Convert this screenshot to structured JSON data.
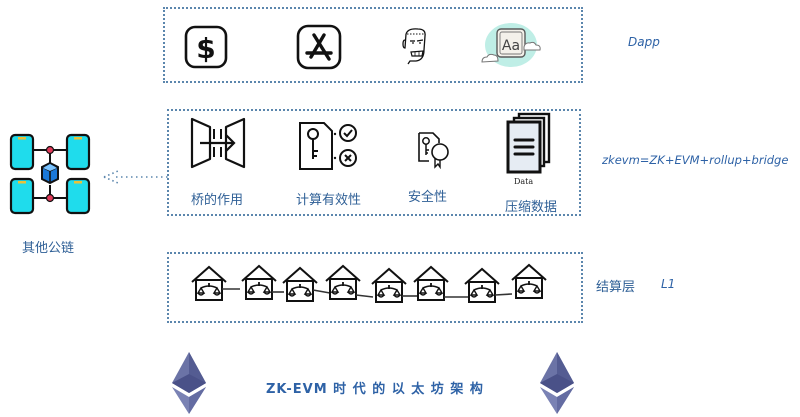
{
  "layers": {
    "dapp": {
      "side_label": "Dapp",
      "icons": [
        {
          "name": "dollar-app-icon"
        },
        {
          "name": "app-store-icon"
        },
        {
          "name": "cartoon-face-icon"
        },
        {
          "name": "font-cloud-icon"
        }
      ]
    },
    "zkevm": {
      "side_label": "zkevm=ZK+EVM+rollup+bridge",
      "items": [
        {
          "icon": "bridge-arrow-icon",
          "label": "桥的作用"
        },
        {
          "icon": "key-verify-icon",
          "label": "计算有效性"
        },
        {
          "icon": "certificate-icon",
          "label": "安全性"
        },
        {
          "icon": "data-documents-icon",
          "label": "压缩数据",
          "icon_caption": "Data"
        }
      ]
    },
    "settlement": {
      "side_label": "结算层",
      "side_tag": "L1",
      "node_count": 8
    }
  },
  "other_chains": {
    "label": "其他公链"
  },
  "footer": {
    "title": "ZK-EVM 时 代 的 以 太 坊 架 构"
  },
  "colors": {
    "text_blue": "#2e5f96",
    "dotted_border": "#5b86ad",
    "eth_purple": "#6b73a6",
    "phone_cyan": "#1fdcec"
  }
}
